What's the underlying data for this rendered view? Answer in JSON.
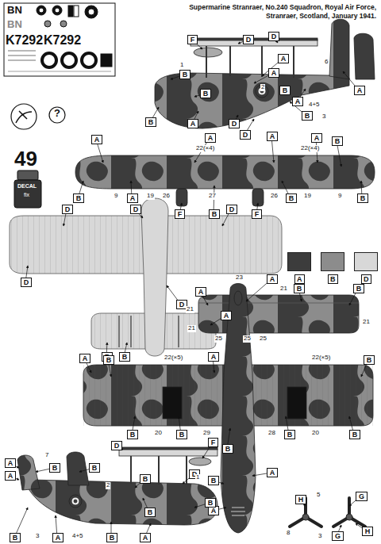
{
  "diagram": {
    "title": "Supermarine Stranraer, No.240 Squadron, Royal Air Force, Stranraer, Scotland, January 1941.",
    "nodes": [
      {
        "text": [
          "F"
        ]
      },
      {
        "text": [
          "D"
        ]
      },
      {
        "text": [
          "D"
        ]
      },
      {
        "text": [
          "A"
        ]
      },
      {
        "text": [
          "B"
        ]
      },
      {
        "text": [
          "A"
        ]
      },
      {
        "text": [
          "B"
        ]
      },
      {
        "text": [
          "A"
        ]
      },
      {
        "text": [
          "B"
        ]
      },
      {
        "text": [
          "A"
        ]
      },
      {
        "text": [
          "D"
        ]
      },
      {
        "text": [
          "D"
        ]
      },
      {
        "text": [
          "B"
        ]
      },
      {
        "text": [
          "B"
        ]
      },
      {
        "text": [
          "A"
        ]
      },
      {
        "text": [
          "A"
        ]
      },
      {
        "text": [
          "A"
        ]
      },
      {
        "text": [
          "A"
        ]
      },
      {
        "text": [
          "A"
        ]
      },
      {
        "text": [
          "B"
        ]
      },
      {
        "text": [
          "B"
        ]
      },
      {
        "text": [
          "A"
        ]
      },
      {
        "text": [
          "B"
        ]
      },
      {
        "text": [
          "B"
        ]
      },
      {
        "text": [
          "F"
        ]
      },
      {
        "text": [
          "B"
        ]
      },
      {
        "text": [
          "F"
        ]
      },
      {
        "text": [
          "D"
        ]
      },
      {
        "text": [
          "D"
        ]
      },
      {
        "text": [
          "D"
        ]
      },
      {
        "text": [
          "D"
        ]
      },
      {
        "text": [
          "D"
        ]
      },
      {
        "text": [
          "A"
        ]
      },
      {
        "text": [
          "B"
        ]
      },
      {
        "text": [
          "B"
        ]
      },
      {
        "text": [
          "A"
        ]
      },
      {
        "text": [
          "B"
        ]
      },
      {
        "text": [
          "A"
        ]
      },
      {
        "text": [
          "B"
        ]
      },
      {
        "text": [
          "A"
        ]
      },
      {
        "text": [
          "B"
        ]
      },
      {
        "text": [
          "A"
        ]
      },
      {
        "text": [
          "B"
        ]
      },
      {
        "text": [
          "B"
        ]
      },
      {
        "text": [
          "B"
        ]
      },
      {
        "text": [
          "B"
        ]
      },
      {
        "text": [
          "A"
        ]
      },
      {
        "text": [
          "B"
        ]
      },
      {
        "text": [
          "B"
        ]
      },
      {
        "text": [
          "B"
        ]
      },
      {
        "text": [
          "A"
        ]
      },
      {
        "text": [
          "A"
        ]
      },
      {
        "text": [
          "A"
        ]
      },
      {
        "text": [
          "B"
        ]
      },
      {
        "text": [
          "B"
        ]
      },
      {
        "text": [
          "D"
        ]
      },
      {
        "text": [
          "F"
        ]
      },
      {
        "text": [
          "D"
        ]
      },
      {
        "text": [
          "B"
        ]
      },
      {
        "text": [
          "B"
        ]
      },
      {
        "text": [
          "B"
        ]
      },
      {
        "text": [
          "B"
        ]
      },
      {
        "text": [
          "A"
        ]
      },
      {
        "text": [
          "B"
        ]
      },
      {
        "text": [
          "A"
        ]
      },
      {
        "text": [
          "H"
        ]
      },
      {
        "text": [
          "G"
        ]
      },
      {
        "text": [
          "H"
        ]
      },
      {
        "text": [
          "G"
        ]
      }
    ],
    "labels": [
      "BN",
      "BN",
      "K7292",
      "K7292",
      "?",
      "49",
      "DECAL",
      "fix",
      "1",
      "2",
      "3",
      "4+5",
      "6",
      "22(×4)",
      "22(×4)",
      "9",
      "9",
      "19",
      "19",
      "26",
      "26",
      "27",
      "23",
      "21",
      "21",
      "21",
      "21",
      "25",
      "25",
      "25",
      "22(×5)",
      "22(×5)",
      "20",
      "29",
      "28",
      "20",
      "7",
      "2",
      "1",
      "3",
      "4+5",
      "8",
      "5",
      "3"
    ],
    "legend": [
      {
        "text": "A",
        "color": "#3c3c3c"
      },
      {
        "text": "B",
        "color": "#8c8c8c"
      },
      {
        "text": "D",
        "color": "#d8d8d8"
      }
    ]
  }
}
